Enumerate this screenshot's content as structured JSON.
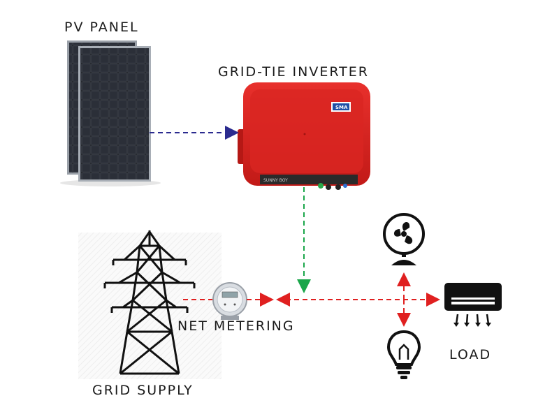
{
  "labels": {
    "pv_panel": "PV PANEL",
    "inverter": "GRID-TIE INVERTER",
    "net_metering": "NET METERING",
    "grid_supply": "GRID SUPPLY",
    "load": "LOAD"
  },
  "inverter": {
    "brand": "SMA",
    "model": "SUNNY BOY",
    "color": "#d8201f"
  },
  "icons": [
    "solar-panel-icon",
    "inverter-icon",
    "transmission-tower-icon",
    "electric-meter-icon",
    "fan-icon",
    "air-conditioner-icon",
    "light-bulb-icon"
  ],
  "colors": {
    "dc_line": "#2b2b8f",
    "ac_output_line": "#1aa64a",
    "grid_line": "#e02020"
  }
}
